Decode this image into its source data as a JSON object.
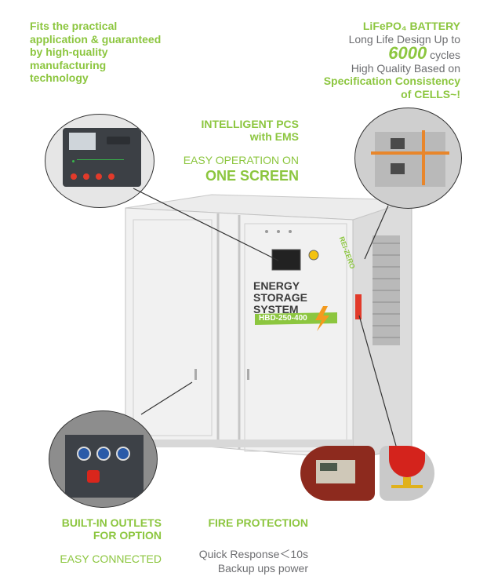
{
  "top_left": {
    "lines": [
      "Fits the practical",
      "application & guaranteed",
      "by high-quality",
      "manufacturing",
      "technology"
    ]
  },
  "battery": {
    "title": "LiFePO₄ BATTERY",
    "line1": "Long Life Design Up to",
    "cycles_number": "6000",
    "cycles_unit": "cycles",
    "line3": "High Quality Based on",
    "line4": "Specification Consistency",
    "line5": "of CELLS~!"
  },
  "pcs": {
    "title1": "INTELLIGENT PCS",
    "title2": "with EMS",
    "sub1": "EASY OPERATION ON",
    "sub2": "ONE SCREEN"
  },
  "container": {
    "label1": "ENERGY",
    "label2": "STORAGE",
    "label3": "SYSTEM",
    "model": "HBD-250-400",
    "brand": "REI-ZERO"
  },
  "outlets": {
    "title1": "BUILT-IN OUTLETS",
    "title2": "FOR OPTION",
    "sub": "EASY CONNECTED"
  },
  "fire": {
    "title": "FIRE PROTECTION",
    "line1": "Quick Response＜10s",
    "line2": "Backup ups power"
  },
  "colors": {
    "accent": "#8cc63f",
    "text_gray": "#6d6e71"
  }
}
